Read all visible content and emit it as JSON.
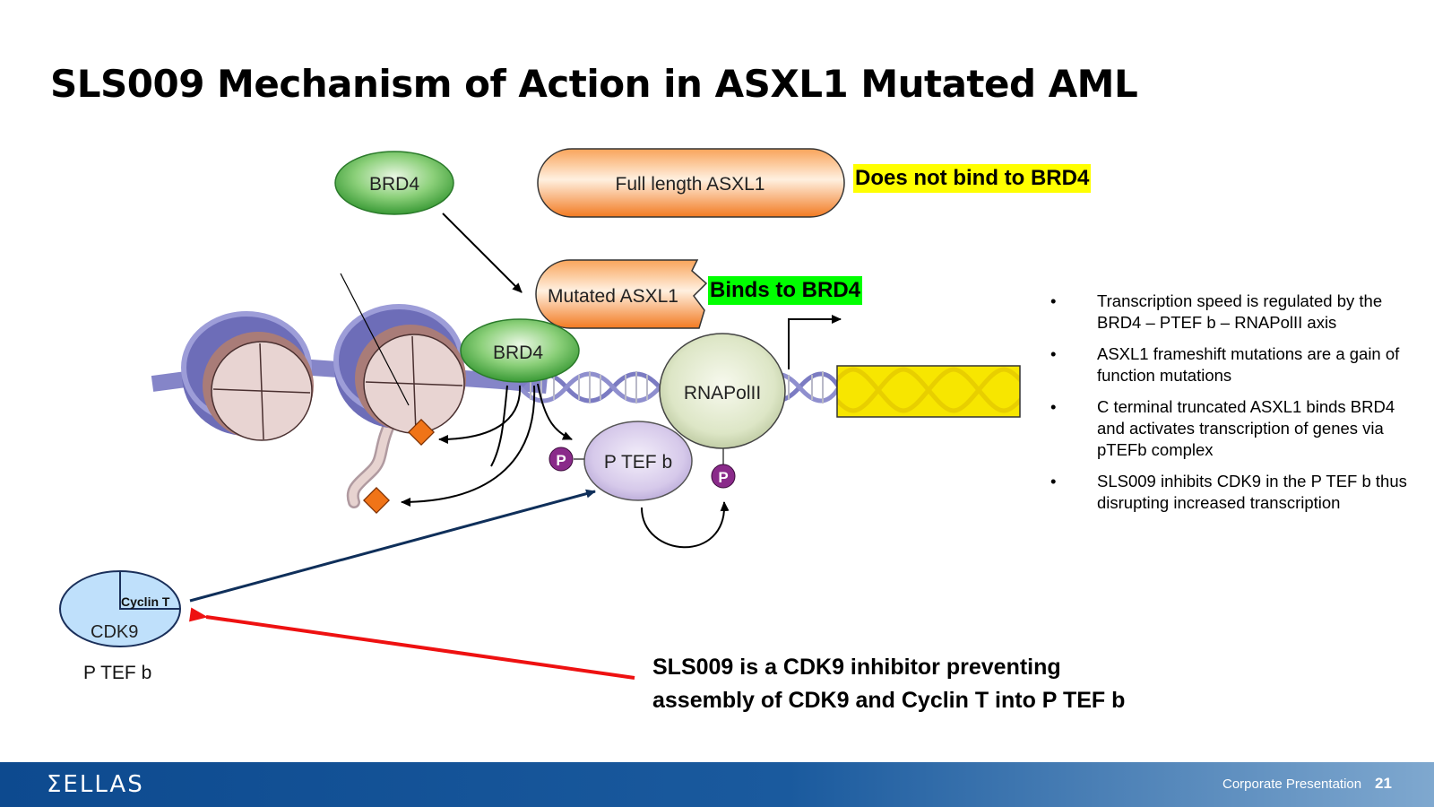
{
  "title": "SLS009 Mechanism of Action in ASXL1 Mutated AML",
  "diagram": {
    "brd4_label": "BRD4",
    "full_length_asxl1": "Full length ASXL1",
    "mutated_asxl1": "Mutated ASXL1",
    "rnapol_label": "RNAPolII",
    "ptefb_label": "P TEF b",
    "phospho_label": "P",
    "cyclin_t_label": "Cyclin T",
    "cdk9_label": "CDK9",
    "ptefb_complex_caption": "P TEF b",
    "does_not_bind": "Does not bind to BRD4",
    "binds": "Binds to BRD4"
  },
  "bullets": [
    "Transcription speed is regulated by the BRD4 – PTEF b – RNAPolII axis",
    "ASXL1 frameshift mutations are a gain of function mutations",
    "C terminal truncated ASXL1 binds BRD4 and activates transcription of genes via pTEFb complex",
    "SLS009 inhibits CDK9 in the P TEF b thus disrupting increased transcription"
  ],
  "inhibitor_note": "SLS009 is a CDK9 inhibitor preventing assembly of CDK9 and Cyclin T into P TEF b",
  "footer": {
    "logo": "ΣELLAS",
    "label": "Corporate Presentation",
    "page": "21"
  },
  "colors": {
    "brd4_green": "#3fa33f",
    "asxl1_orange": "#f57f2a",
    "highlight_yellow": "#ffff00",
    "highlight_green": "#00ff00",
    "histone_purple": "#7b7bc2",
    "gene_yellow": "#f7e600",
    "footer_blue": "#0d4a8f",
    "inhibition_red": "#ee1111"
  }
}
